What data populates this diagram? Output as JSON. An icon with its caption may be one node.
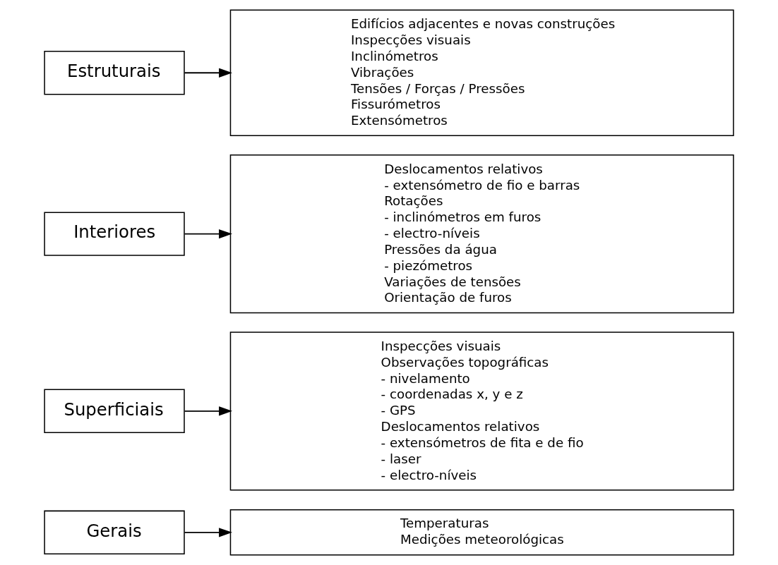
{
  "diagram": {
    "nodes": [
      {
        "text": [
          "Gerais"
        ]
      },
      {
        "text": [
          "Superficiais"
        ]
      },
      {
        "text": [
          "Interiores"
        ]
      },
      {
        "text": [
          "Estruturais"
        ]
      },
      {
        "text": [
          "Temperaturas",
          "Medições meteorológicas"
        ]
      },
      {
        "text": [
          "Inspecções visuais",
          "Observações topográficas",
          "- nivelamento",
          "- coordenadas x, y e z",
          "- GPS",
          "Deslocamentos relativos",
          "- extensómetros de fita e de fio",
          "- laser",
          "- electro-níveis"
        ]
      },
      {
        "text": [
          "Deslocamentos relativos",
          "- extensómetro de fio e barras",
          "Rotações",
          "- inclinómetros em furos",
          "- electro-níveis",
          "Pressões da água",
          "- piezómetros",
          "Variações de tensões",
          "Orientação de furos"
        ]
      },
      {
        "text": [
          "Edifícios adjacentes e novas construções",
          "Inspecções visuais",
          "Inclinómetros",
          "Vibrações",
          "Tensões / Forças / Pressões",
          "Fissurómetros",
          "Extensómetros"
        ]
      }
    ],
    "edges": [
      {
        "from": 0,
        "to": 4,
        "arrow": "to"
      },
      {
        "from": 1,
        "to": 5,
        "arrow": "to"
      },
      {
        "from": 2,
        "to": 6,
        "arrow": "to"
      },
      {
        "from": 3,
        "to": 7,
        "arrow": "to"
      }
    ]
  }
}
